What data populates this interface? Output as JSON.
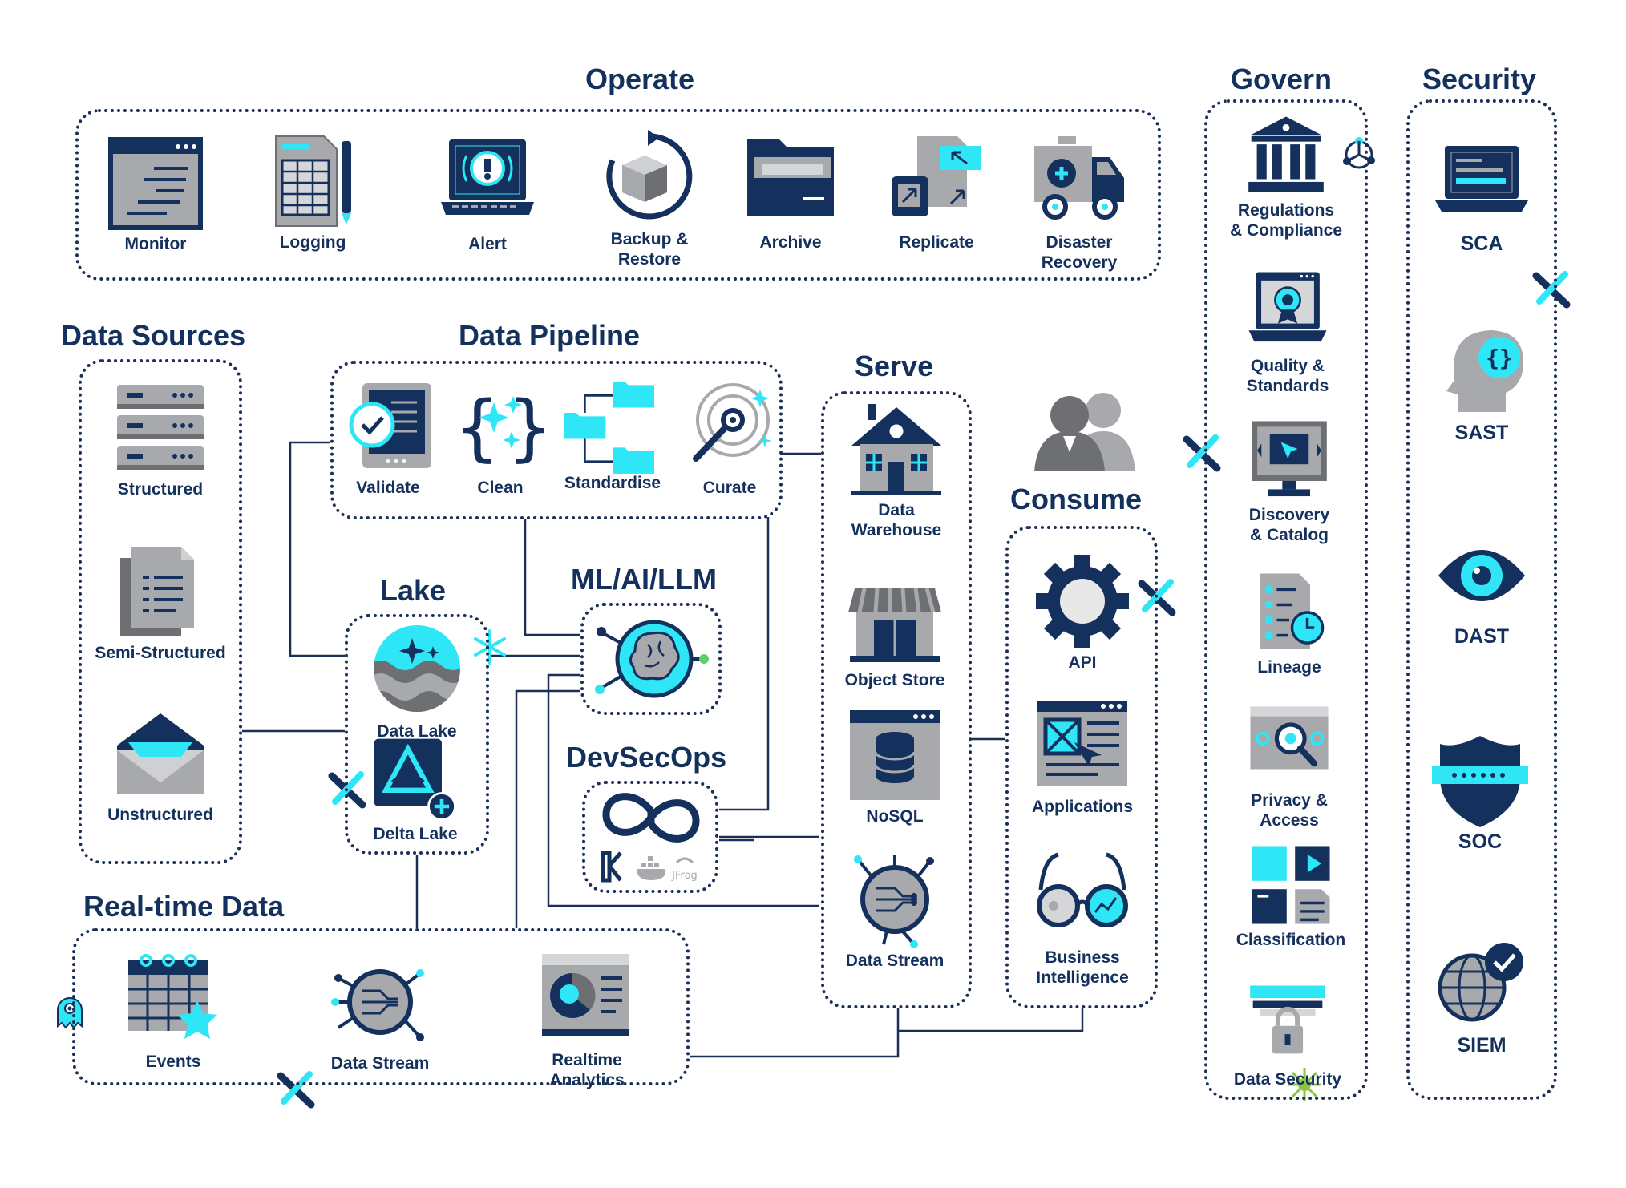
{
  "colors": {
    "navy": "#14305c",
    "cyan": "#2ee6f5",
    "gray": "#a7a9ad",
    "dark_gray": "#6d6f73"
  },
  "groups": {
    "operate": "Operate",
    "govern": "Govern",
    "security": "Security",
    "data_sources": "Data Sources",
    "data_pipeline": "Data Pipeline",
    "serve": "Serve",
    "consume": "Consume",
    "lake": "Lake",
    "ml": "ML/AI/LLM",
    "devsecops": "DevSecOps",
    "realtime": "Real-time Data"
  },
  "operate": {
    "monitor": "Monitor",
    "logging": "Logging",
    "alert": "Alert",
    "backup": "Backup &\nRestore",
    "archive": "Archive",
    "replicate": "Replicate",
    "disaster": "Disaster\nRecovery"
  },
  "govern": {
    "regulations": "Regulations\n& Compliance",
    "quality": "Quality &\nStandards",
    "discovery": "Discovery\n& Catalog",
    "lineage": "Lineage",
    "privacy": "Privacy &\nAccess",
    "classification": "Classification",
    "data_security": "Data Security"
  },
  "security": {
    "sca": "SCA",
    "sast": "SAST",
    "dast": "DAST",
    "soc": "SOC",
    "siem": "SIEM"
  },
  "data_sources": {
    "structured": "Structured",
    "semi": "Semi-Structured",
    "unstructured": "Unstructured"
  },
  "pipeline": {
    "validate": "Validate",
    "clean": "Clean",
    "standardise": "Standardise",
    "curate": "Curate"
  },
  "serve": {
    "warehouse": "Data\nWarehouse",
    "object_store": "Object Store",
    "nosql": "NoSQL",
    "data_stream": "Data Stream"
  },
  "consume": {
    "api": "API",
    "applications": "Applications",
    "bi": "Business\nIntelligence"
  },
  "lake": {
    "data_lake": "Data Lake",
    "delta_lake": "Delta Lake"
  },
  "realtime": {
    "events": "Events",
    "data_stream": "Data Stream",
    "analytics": "Realtime\nAnalytics"
  },
  "devsecops": {
    "jfrog": "JFrog"
  }
}
